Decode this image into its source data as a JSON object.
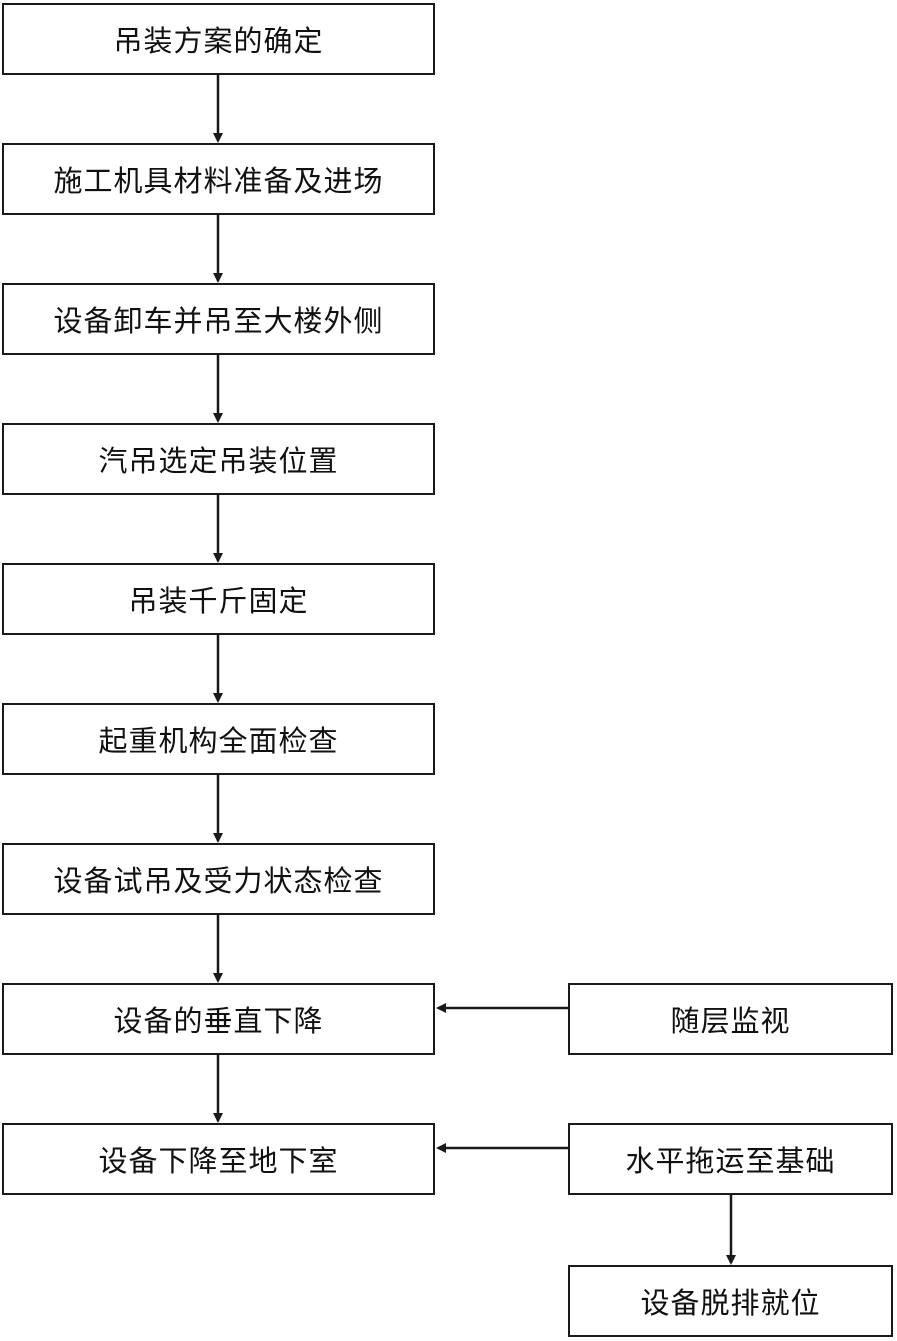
{
  "main_steps": [
    "吊装方案的确定",
    "施工机具材料准备及进场",
    "设备卸车并吊至大楼外侧",
    "汽吊选定吊装位置",
    "吊装千斤固定",
    "起重机构全面检查",
    "设备试吊及受力状态检查",
    "设备的垂直下降",
    "设备下降至地下室"
  ],
  "side_steps": [
    "随层监视",
    "水平拖运至基础",
    "设备脱排就位"
  ],
  "colors": {
    "line": "#1a1a1a",
    "text": "#111111",
    "background": "#ffffff"
  }
}
